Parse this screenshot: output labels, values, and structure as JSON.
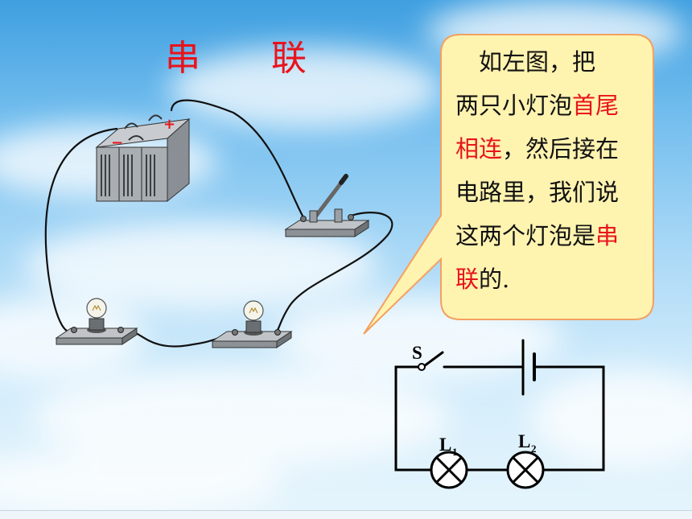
{
  "title": "串　联",
  "bubble": {
    "line1": "　如左图，把",
    "line2_a": "两只小灯泡",
    "line2_b": "首尾",
    "line3_a": "相连",
    "line3_b": "，然后接在",
    "line4": "电路里，我们说",
    "line5_a": "这两个灯泡是",
    "line5_b": "串",
    "line6_a": "联",
    "line6_b": "的."
  },
  "schematic": {
    "switch_label": "S",
    "lamp1_label": "L",
    "lamp1_sub": "1",
    "lamp2_label": "L",
    "lamp2_sub": "2"
  },
  "battery": {
    "minus": "−",
    "plus": "+"
  },
  "colors": {
    "accent_red": "#e8141c",
    "bubble_fill": "#fff3b0",
    "bubble_border": "#f4a060"
  }
}
